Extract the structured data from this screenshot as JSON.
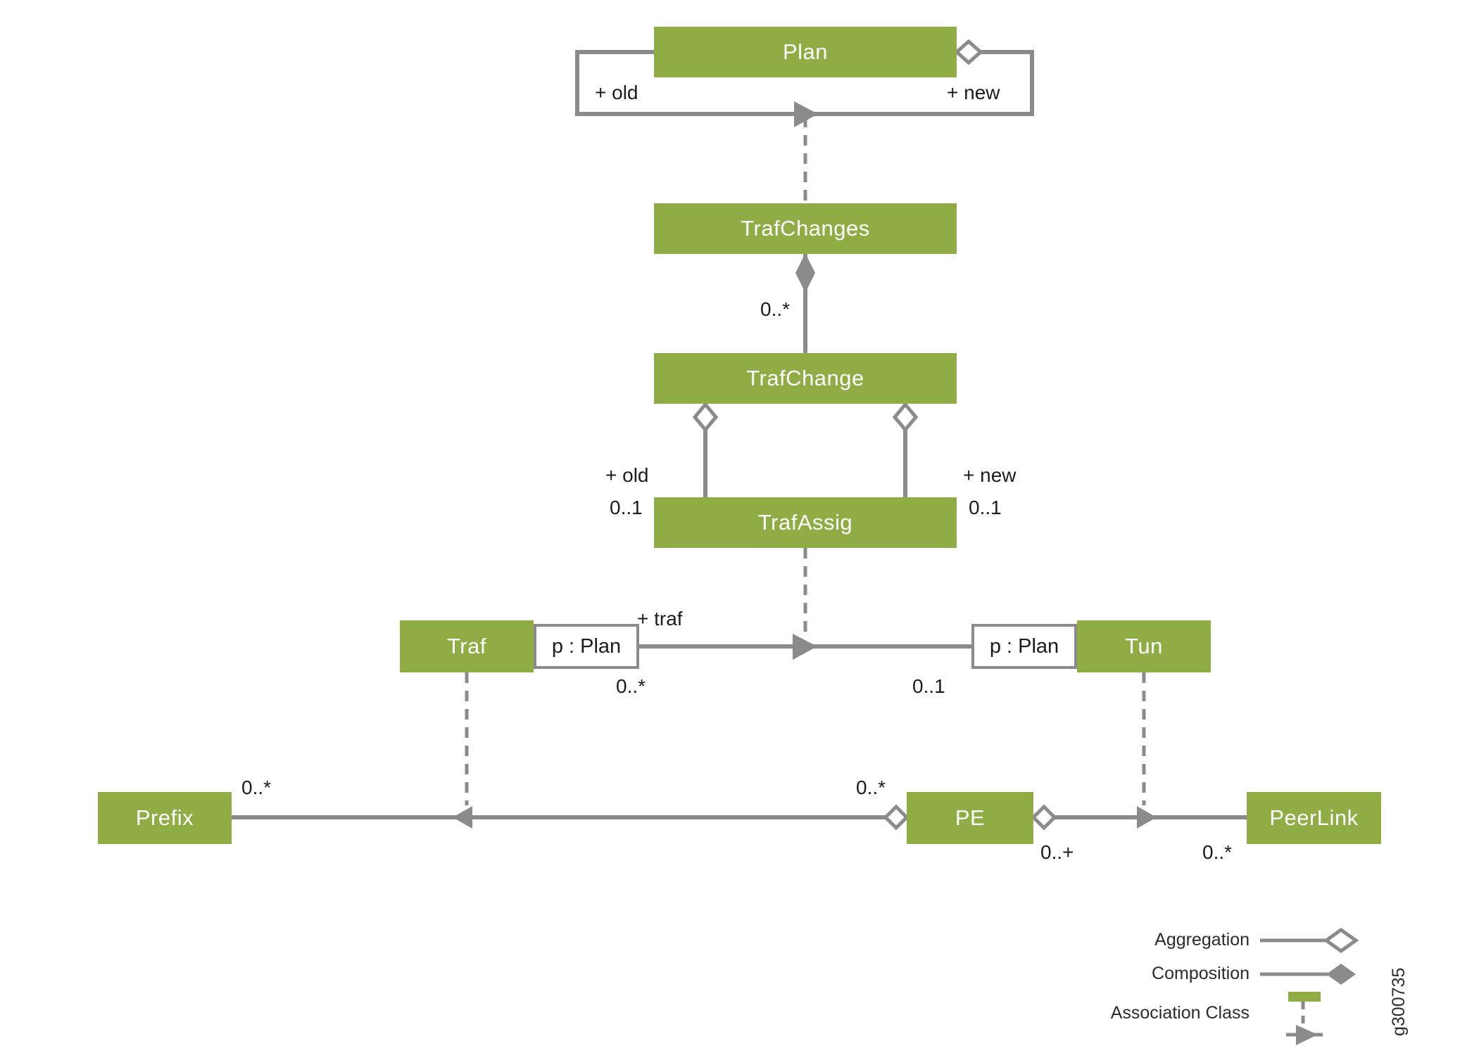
{
  "diagram": {
    "title": "UML class diagram of traffic-change plan model",
    "colors": {
      "class_fill": "#8fad44",
      "connector_gray": "#8b8b8e",
      "label_text": "#1c1c1c",
      "class_text": "#ffffff"
    },
    "classes": [
      {
        "label": "Plan"
      },
      {
        "label": "TrafChanges"
      },
      {
        "label": "TrafChange"
      },
      {
        "label": "TrafAssig"
      },
      {
        "label": "Traf"
      },
      {
        "label": "Tun"
      },
      {
        "label": "Prefix"
      },
      {
        "label": "PE"
      },
      {
        "label": "PeerLink"
      }
    ],
    "association_classes": [
      {
        "label": "p : Plan"
      },
      {
        "label": "p : Plan"
      }
    ],
    "labels": {
      "plan_self_old": "+ old",
      "plan_self_new": "+ new",
      "trafchanges_mult": "0..*",
      "trafchange_old": "+ old",
      "trafchange_old_mult": "0..1",
      "trafchange_new": "+ new",
      "trafchange_new_mult": "0..1",
      "traf_role": "+ traf",
      "traf_mult": "0..*",
      "tun_mult": "0..1",
      "prefix_mult": "0..*",
      "pe_left_mult": "0..*",
      "pe_right_mult": "0..+",
      "peerlink_mult": "0..*"
    },
    "legend": {
      "aggregation": "Aggregation",
      "composition": "Composition",
      "association_class": "Association Class"
    },
    "figure_id": "g300735"
  }
}
